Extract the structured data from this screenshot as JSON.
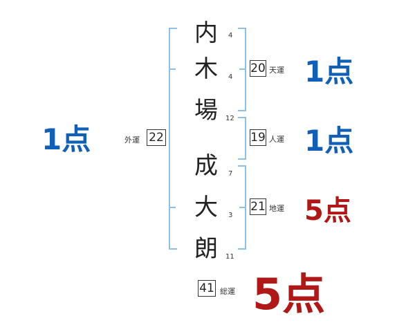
{
  "colors": {
    "good": "#1060b8",
    "bad": "#b01818",
    "bracket": "#8ec0e6"
  },
  "name": {
    "chars": [
      {
        "char": "内",
        "strokes": "4"
      },
      {
        "char": "木",
        "strokes": "4"
      },
      {
        "char": "場",
        "strokes": "12"
      },
      {
        "char": "成",
        "strokes": "7"
      },
      {
        "char": "大",
        "strokes": "3"
      },
      {
        "char": "朗",
        "strokes": "11"
      }
    ]
  },
  "fortunes": {
    "tenkaku": {
      "label": "天運",
      "value": "20",
      "score": "1点"
    },
    "jinkaku": {
      "label": "人運",
      "value": "19",
      "score": "1点"
    },
    "chikaku": {
      "label": "地運",
      "value": "21",
      "score": "5点"
    },
    "gaikaku": {
      "label": "外運",
      "value": "22",
      "score": "1点"
    },
    "soukaku": {
      "label": "総運",
      "value": "41",
      "score": "5点"
    }
  }
}
